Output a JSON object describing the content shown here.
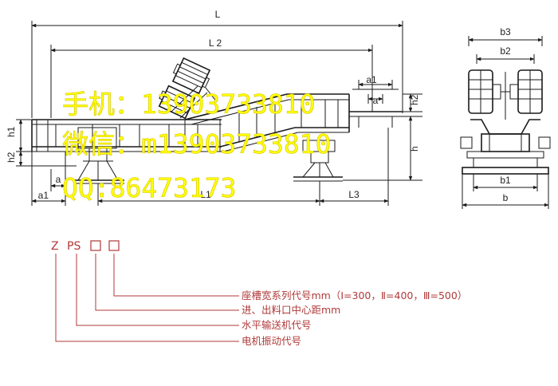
{
  "colors": {
    "line": "#1a1a1a",
    "legend": "#b03a3a",
    "watermark": "#ffff00"
  },
  "dims": {
    "L": "L",
    "L2": "L 2",
    "L1": "L1",
    "L3": "L3",
    "a1_left": "a1",
    "a_left": "a",
    "h1": "h1",
    "h2_left": "h2",
    "a1_right": "a1",
    "a_right": "a",
    "h2_right": "h2",
    "h_right": "h",
    "b3": "b3",
    "b2": "b2",
    "b1": "b1",
    "b": "b"
  },
  "watermark": {
    "line1": "手机：13903733810",
    "line2": "微信：m13903733810",
    "line3": "QQ:86473173"
  },
  "legend": {
    "code_z": "Z",
    "code_ps": "PS",
    "item1": "座槽宽系列代号mm（Ⅰ=300，Ⅱ=400，Ⅲ=500）",
    "item2": "进、出料口中心距mm",
    "item3": "水平输送机代号",
    "item4": "电机振动代号"
  }
}
